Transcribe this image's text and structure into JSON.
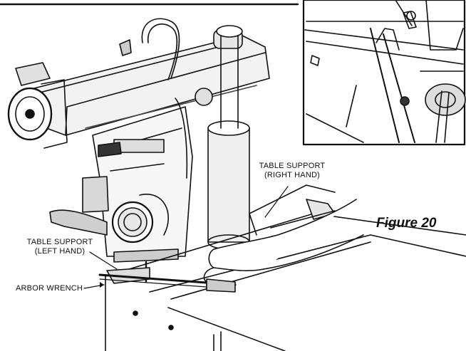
{
  "figure": {
    "caption": "Figure 20",
    "callouts": {
      "table_support_right": [
        "TABLE SUPPORT",
        "(RIGHT HAND)"
      ],
      "table_support_left": [
        "TABLE SUPPORT",
        "(LEFT HAND)"
      ],
      "arbor_wrench": "ARBOR WRENCH"
    }
  }
}
